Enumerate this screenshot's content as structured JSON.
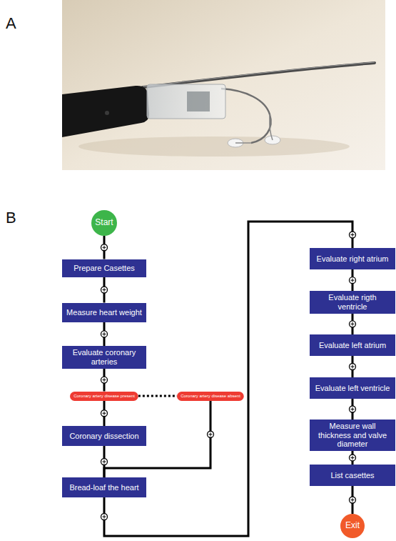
{
  "diagram": {
    "nodes": [
      {
        "text": [
          "Start"
        ]
      },
      {
        "text": [
          "Prepare Casettes"
        ]
      },
      {
        "text": [
          "Measure heart weight"
        ]
      },
      {
        "text": [
          "Evaluate coronary arteries"
        ]
      },
      {
        "text": [
          "Coronary artery disease present"
        ]
      },
      {
        "text": [
          "Coronary artery disease absent"
        ]
      },
      {
        "text": [
          "Coronary dissection"
        ]
      },
      {
        "text": [
          "Bread-loaf the heart"
        ]
      },
      {
        "text": [
          "Evaluate right atrium"
        ]
      },
      {
        "text": [
          "Evaluate rigth ventricle"
        ]
      },
      {
        "text": [
          "Evaluate left atrium"
        ]
      },
      {
        "text": [
          "Evaluate left ventricle"
        ]
      },
      {
        "text": [
          "Measure wall thickness and valve diameter"
        ]
      },
      {
        "text": [
          "List casettes"
        ]
      },
      {
        "text": [
          "Exit"
        ]
      }
    ],
    "edges": [
      {
        "from": 0,
        "to": 1,
        "arrow": "none"
      },
      {
        "from": 1,
        "to": 2,
        "arrow": "none"
      },
      {
        "from": 2,
        "to": 3,
        "arrow": "none"
      },
      {
        "from": 3,
        "to": 4,
        "arrow": "none"
      },
      {
        "from": 4,
        "to": 5,
        "arrow": "none"
      },
      {
        "from": 4,
        "to": 6,
        "arrow": "none"
      },
      {
        "from": 6,
        "to": 7,
        "arrow": "none"
      },
      {
        "from": 5,
        "to": 7,
        "arrow": "none"
      },
      {
        "from": 7,
        "to": 8,
        "arrow": "none"
      },
      {
        "from": 8,
        "to": 9,
        "arrow": "none"
      },
      {
        "from": 9,
        "to": 10,
        "arrow": "none"
      },
      {
        "from": 10,
        "to": 11,
        "arrow": "none"
      },
      {
        "from": 11,
        "to": 12,
        "arrow": "none"
      },
      {
        "from": 12,
        "to": 13,
        "arrow": "none"
      },
      {
        "from": 13,
        "to": 14,
        "arrow": "none"
      }
    ],
    "labels": [
      "A",
      "B"
    ]
  }
}
